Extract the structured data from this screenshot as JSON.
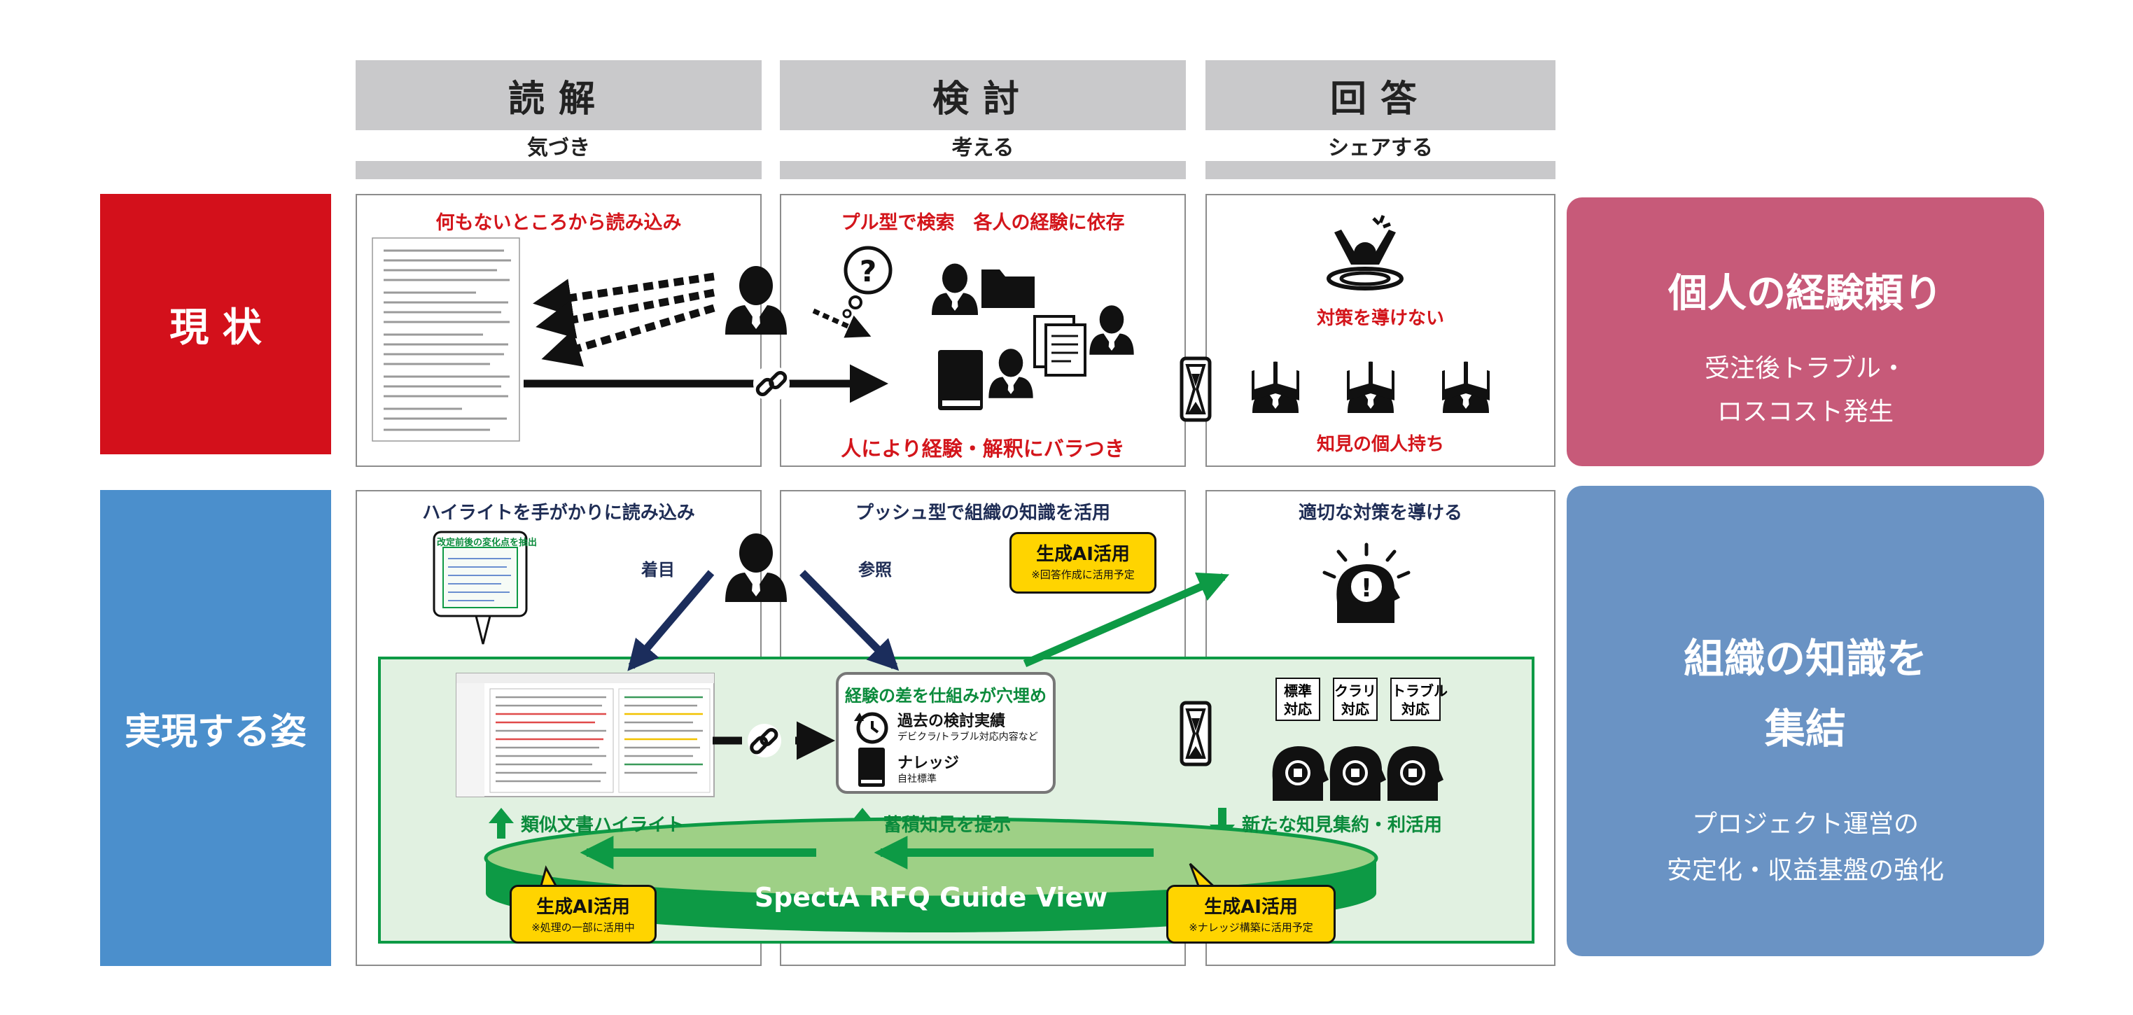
{
  "columns": [
    {
      "title": "読解",
      "sub": "気づき"
    },
    {
      "title": "検討",
      "sub": "考える"
    },
    {
      "title": "回答",
      "sub": "シェアする"
    }
  ],
  "rows": {
    "current": {
      "label": "現 状"
    },
    "future": {
      "label": "実現する姿"
    }
  },
  "current": {
    "reading_title": "何もないところから読み込み",
    "review_title": "プル型で検索　各人の経験に依存",
    "review_bottom": "人により経験・解釈にバラつき",
    "answer_top": "対策を導けない",
    "answer_bottom": "知見の個人持ち"
  },
  "future": {
    "reading_title": "ハイライトを手がかりに読み込み",
    "review_title": "プッシュ型で組織の知識を活用",
    "answer_title": "適切な対策を導ける",
    "focus_label": "着目",
    "refer_label": "参照",
    "bubble_label": "改定前後の変化点を抽出",
    "knowledge_box": {
      "title": "経験の差を仕組みが穴埋め",
      "item1_title": "過去の検討実績",
      "item1_sub": "デビクラ/トラブル対応内容など",
      "item2_title": "ナレッジ",
      "item2_sub": "自社標準"
    },
    "tags": [
      "標準\n対応",
      "クラリ\n対応",
      "トラブル\n対応"
    ],
    "up1": "類似文書ハイライト",
    "up2": "蓄積知見を提示",
    "down3": "新たな知見集約・利活用",
    "platform": "SpectA RFQ Guide View",
    "callouts": [
      {
        "title": "生成AI活用",
        "sub": "※回答作成に活用予定"
      },
      {
        "title": "生成AI活用",
        "sub": "※処理の一部に活用中"
      },
      {
        "title": "生成AI活用",
        "sub": "※ナレッジ構築に活用予定"
      }
    ]
  },
  "summary": {
    "current": {
      "title": "個人の経験頼り",
      "sub1": "受注後トラブル・",
      "sub2": "ロスコスト発生",
      "color": "#c75a79"
    },
    "future": {
      "title1": "組織の知識を",
      "title2": "集結",
      "sub1": "プロジェクト運営の",
      "sub2": "安定化・収益基盤の強化",
      "color": "#6a93c4"
    }
  },
  "colors": {
    "red_label": "#d3101b",
    "blue_label": "#4b8fcc",
    "green": "#0d9a45",
    "navy": "#1b2d5c"
  }
}
